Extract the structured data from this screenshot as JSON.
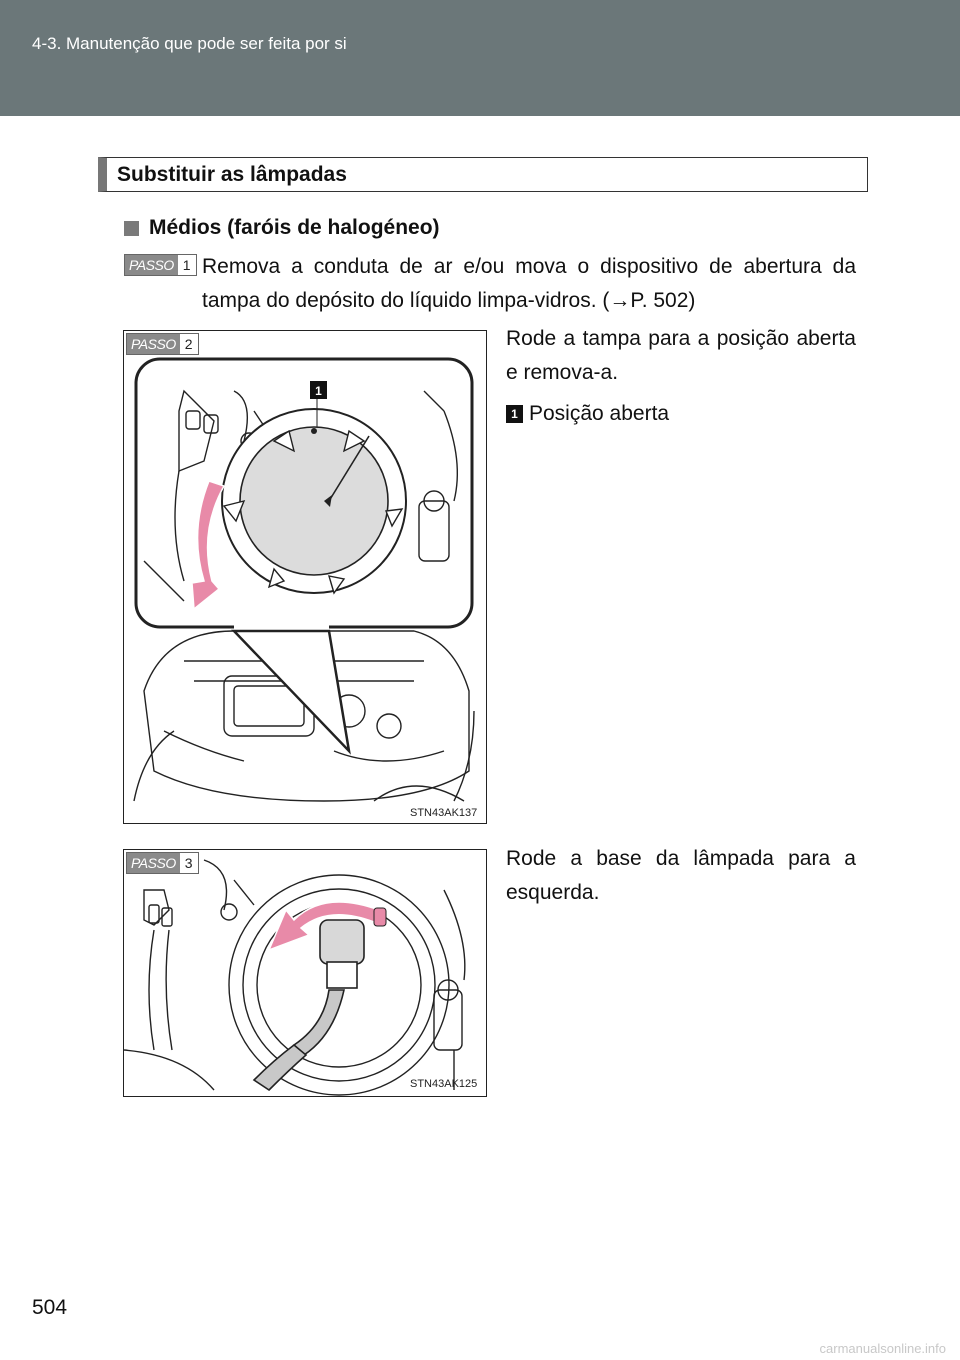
{
  "header": {
    "chapter_title": "4-3. Manutenção que pode ser feita por si"
  },
  "section": {
    "title": "Substituir as lâmpadas"
  },
  "subsection": {
    "title": "Médios (faróis de halogéneo)"
  },
  "steps": [
    {
      "badge_word": "PASSO",
      "badge_num": "1",
      "text": "Remova a conduta de ar e/ou mova o dispositivo de abertura da tampa do depósito do líquido limpa-vidros. (→P. 502)"
    },
    {
      "badge_word": "PASSO",
      "badge_num": "2",
      "text": "Rode a tampa para a posição aberta e remova-a.",
      "callout_num": "1",
      "callout_text": "Posição aberta",
      "figure_code": "STN43AK137"
    },
    {
      "badge_word": "PASSO",
      "badge_num": "3",
      "text": "Rode a base da lâmpada para a esquerda.",
      "figure_code": "STN43AK125"
    }
  ],
  "page_number": "504",
  "watermark": "carmanualsonline.info",
  "colors": {
    "header_bg": "#6b7779",
    "arrow": "#e88aa8",
    "badge_gray": "#8a8a8a"
  }
}
